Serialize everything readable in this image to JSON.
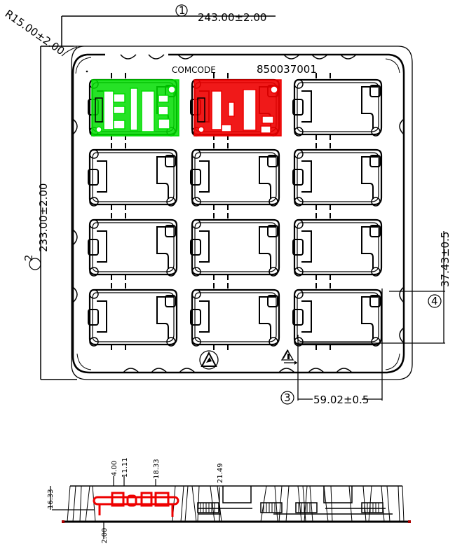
{
  "drawing": {
    "type": "tray-outline-drawing",
    "comcode_label": "COMCODE",
    "part_number": "850037001",
    "colors": {
      "line": "#000000",
      "pcb_green": "#00dd00",
      "pcb_red": "#ee0000",
      "background": "#ffffff"
    }
  },
  "dimensions": {
    "width": {
      "callout": "1",
      "value": "243.00±2.00"
    },
    "height": {
      "callout": "2",
      "value": "233.00±2.00"
    },
    "corner_radius": {
      "value": "R15.00±2.00"
    },
    "pocket_pitch_x": {
      "callout": "3",
      "value": "59.02±0.5"
    },
    "pocket_pitch_y": {
      "callout": "4",
      "value": "37.43±0.5"
    }
  },
  "grid": {
    "rows": 4,
    "cols": 3
  },
  "side_view": {
    "dims": [
      {
        "id": "h1",
        "value": "16.33"
      },
      {
        "id": "d1",
        "value": "4.00"
      },
      {
        "id": "d2",
        "value": "11.11"
      },
      {
        "id": "d3",
        "value": "18.33"
      },
      {
        "id": "d4",
        "value": "21.49"
      },
      {
        "id": "b1",
        "value": "2.00"
      }
    ]
  },
  "symbols": [
    {
      "name": "esd-warning-icon"
    },
    {
      "name": "recycle-icon"
    }
  ]
}
